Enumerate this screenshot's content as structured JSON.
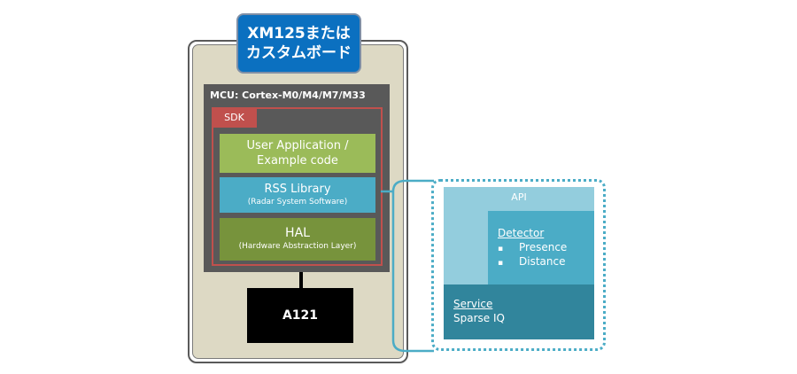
{
  "board": {
    "title_line1": "XM125または",
    "title_line2": "カスタムボード"
  },
  "mcu": {
    "label": "MCU: Cortex-M0/M4/M7/M33"
  },
  "sdk": {
    "label": "SDK",
    "layers": {
      "user_app": {
        "line1": "User Application /",
        "line2": "Example code"
      },
      "rss": {
        "title": "RSS Library",
        "subtitle": "(Radar System Software)"
      },
      "hal": {
        "title": "HAL",
        "subtitle": "(Hardware Abstraction Layer)"
      }
    }
  },
  "sensor": {
    "label": "A121"
  },
  "rss_detail": {
    "api_label": "API",
    "detector": {
      "label": "Detector",
      "items": [
        "Presence",
        "Distance"
      ],
      "bullet": "▪"
    },
    "service": {
      "label": "Service",
      "value": "Sparse IQ"
    }
  },
  "colors": {
    "board_bg": "#ddd9c4",
    "title_badge": "#0b70c0",
    "mcu": "#595959",
    "sdk_accent": "#c0504d",
    "user_app": "#9bbb59",
    "rss": "#4bacc6",
    "hal": "#77933c",
    "sensor": "#000000",
    "api": "#93cddd",
    "detector": "#4bacc6",
    "service": "#31859c"
  }
}
